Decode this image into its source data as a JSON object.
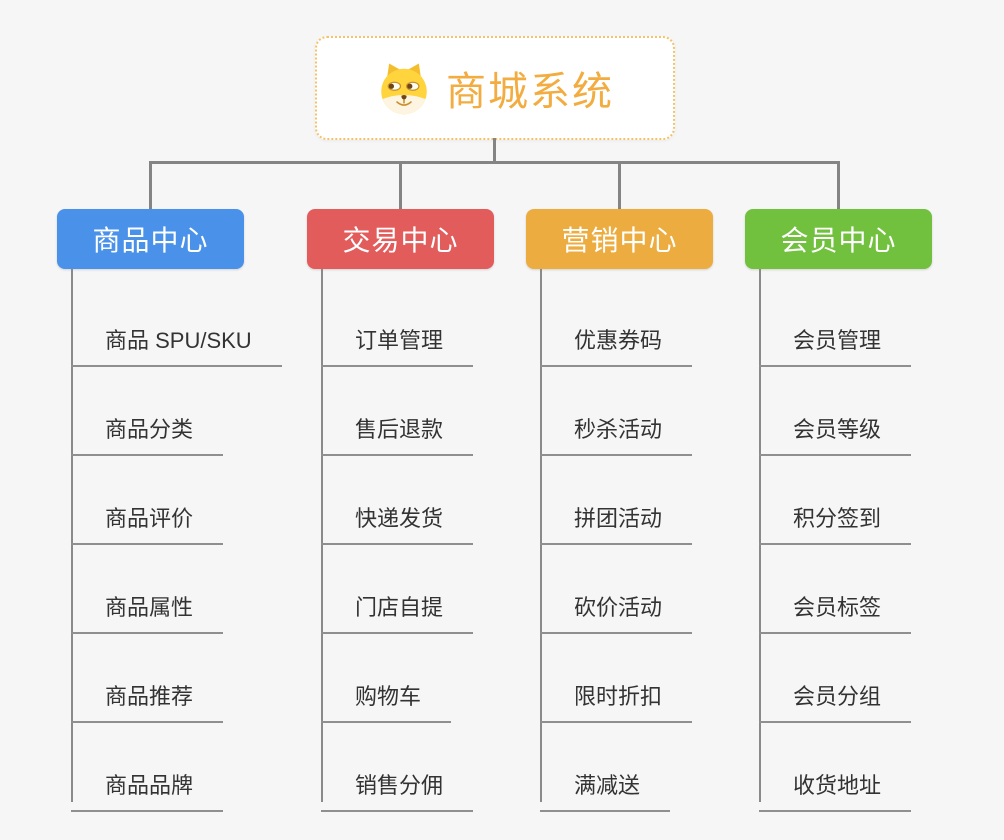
{
  "background_color": "#f6f6f6",
  "connector_color": "#848484",
  "root": {
    "title": "商城系统",
    "icon": "doge-icon",
    "text_color": "#f2ac3f",
    "border_color": "#f5c169"
  },
  "branches": [
    {
      "label": "商品中心",
      "color": "#4a91e9",
      "children": [
        "商品 SPU/SKU",
        "商品分类",
        "商品评价",
        "商品属性",
        "商品推荐",
        "商品品牌"
      ]
    },
    {
      "label": "交易中心",
      "color": "#e25c5c",
      "children": [
        "订单管理",
        "售后退款",
        "快递发货",
        "门店自提",
        "购物车",
        "销售分佣"
      ]
    },
    {
      "label": "营销中心",
      "color": "#ecac3f",
      "children": [
        "优惠券码",
        "秒杀活动",
        "拼团活动",
        "砍价活动",
        "限时折扣",
        "满减送"
      ]
    },
    {
      "label": "会员中心",
      "color": "#71c13f",
      "children": [
        "会员管理",
        "会员等级",
        "积分签到",
        "会员标签",
        "会员分组",
        "收货地址"
      ]
    }
  ]
}
